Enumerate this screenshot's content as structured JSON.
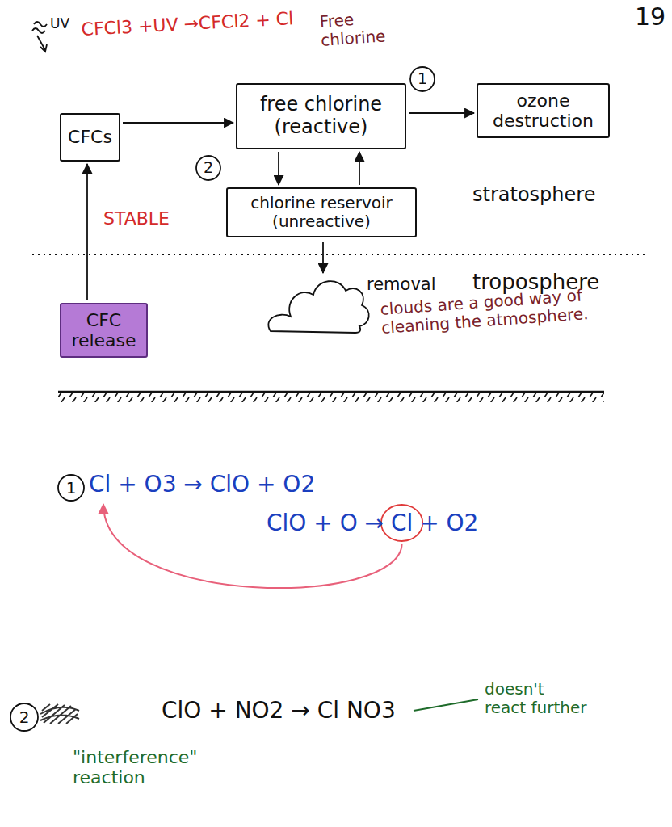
{
  "diagram": {
    "nodes": [
      {
        "text": [
          "CFCs"
        ]
      },
      {
        "text": [
          "free chlorine (reactive)"
        ]
      },
      {
        "text": [
          "ozone destruction"
        ]
      },
      {
        "text": [
          "chlorine reservoir (unreactive)"
        ]
      },
      {
        "text": [
          "CFC release"
        ]
      }
    ],
    "edges": [
      {
        "from": 4,
        "to": 0,
        "arrow": "to",
        "label": "STABLE"
      },
      {
        "from": 0,
        "to": 1,
        "arrow": "to"
      },
      {
        "from": 1,
        "to": 2,
        "arrow": "to"
      },
      {
        "from": 1,
        "to": 3,
        "arrow": "to"
      },
      {
        "from": 3,
        "to": 1,
        "arrow": "to"
      }
    ],
    "labels": [
      "19",
      "UV",
      "CFCl3 +UV →CFCl2 + Cl",
      "Free chlorine",
      "1",
      "2",
      "stratosphere",
      "removal",
      "troposphere",
      "clouds are a good way of cleaning the atmosphere.",
      "1",
      "Cl + O3 → ClO + O2",
      "ClO + O → Cl + O2",
      "2",
      "ClO + NO2 → Cl NO3",
      "doesn't react further",
      "\"interference\" reaction"
    ]
  }
}
